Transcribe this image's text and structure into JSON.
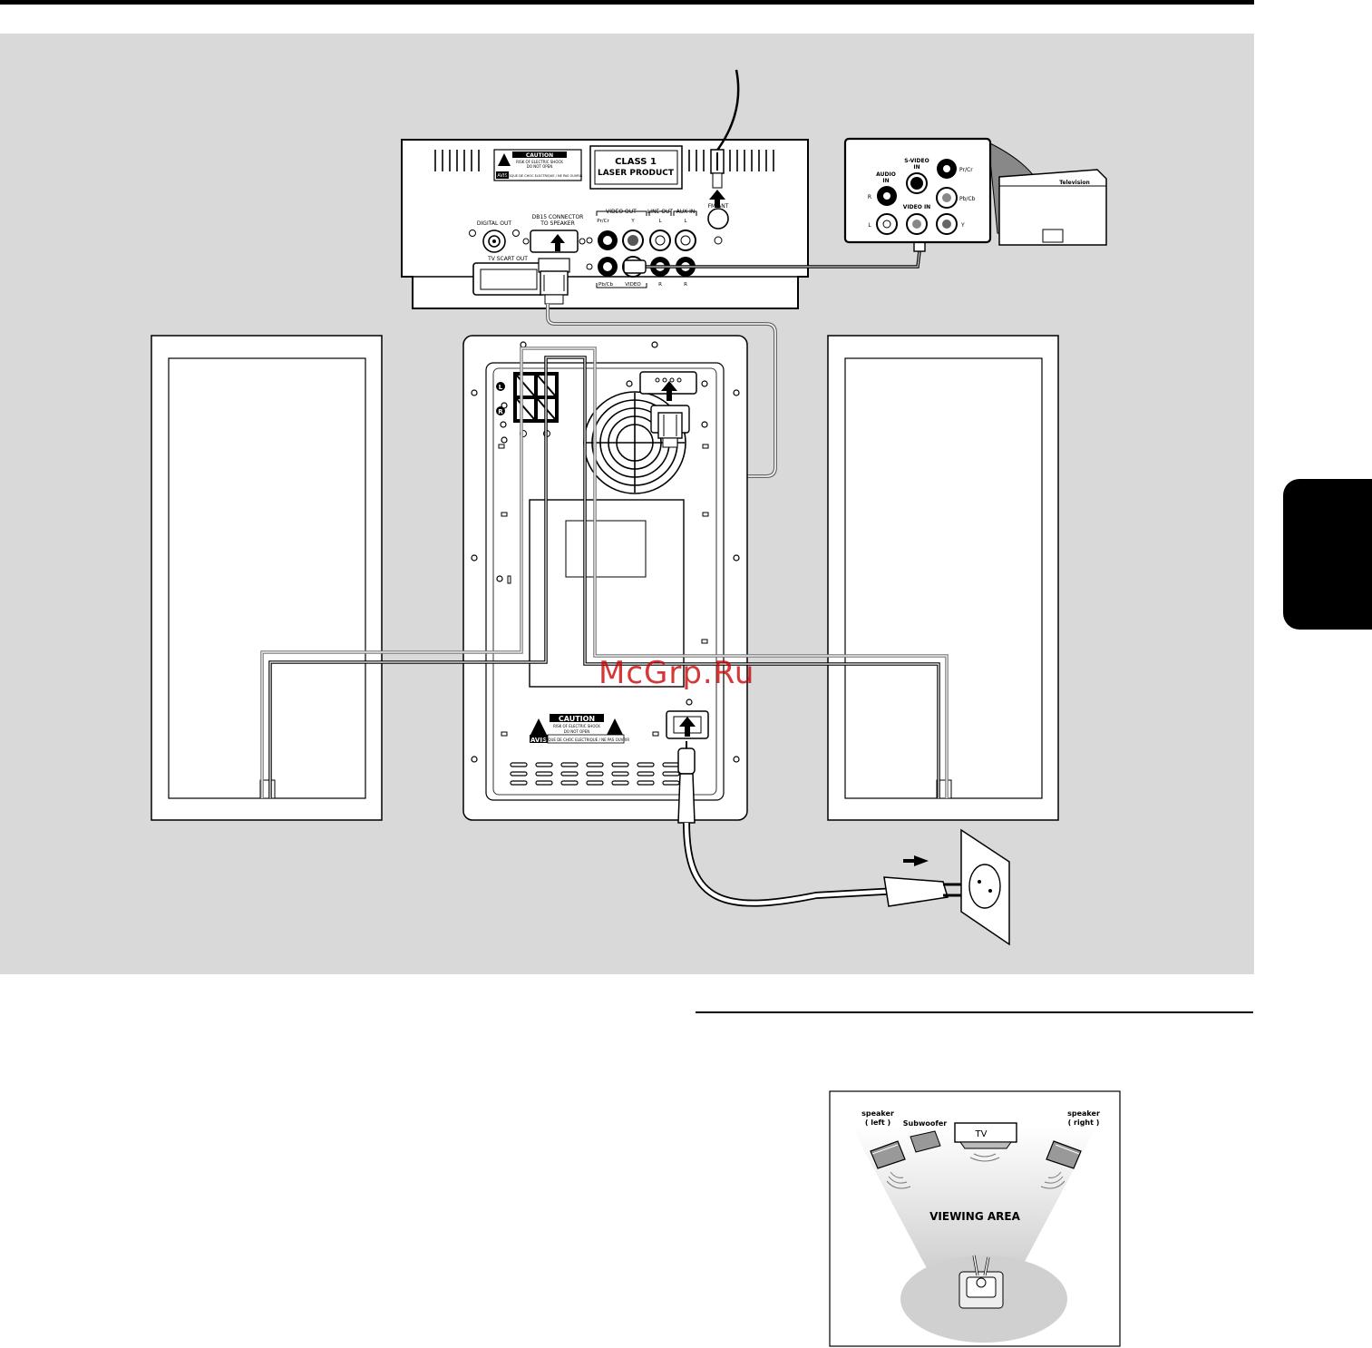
{
  "main_unit": {
    "caution_title": "CAUTION",
    "caution_line1": "RISK OF ELECTRIC SHOCK",
    "caution_line2": "DO NOT OPEN",
    "avis": "AVIS",
    "avis_text": "RISQUE DE CHOC ELECTRIQUE / NE PAS OUVRIR",
    "laser_line1": "CLASS 1",
    "laser_line2": "LASER PRODUCT",
    "digital_out": "DIGITAL OUT",
    "db15_line1": "DB15 CONNECTOR",
    "db15_line2": "TO SPEAKER",
    "tv_scart_out": "TV SCART OUT",
    "video_out": "VIDEO OUT",
    "pr_cr": "Pr/Cr",
    "y": "Y",
    "pb_cb": "Pb/Cb",
    "video": "VIDEO",
    "line_out": "LINE OUT",
    "aux_in": "AUX IN",
    "l": "L",
    "r": "R",
    "fm_ant": "FM ANT"
  },
  "tv_panel": {
    "audio_in_1": "AUDIO",
    "audio_in_2": "IN",
    "s_video_1": "S-VIDEO",
    "s_video_2": "IN",
    "video_in": "VIDEO IN",
    "r": "R",
    "l": "L",
    "pr_cr": "Pr/Cr",
    "pb_cb": "Pb/Cb",
    "y": "Y",
    "television": "Television"
  },
  "subwoofer": {
    "caution_title": "CAUTION",
    "caution_line1": "RISK OF ELECTRIC SHOCK",
    "caution_line2": "DO NOT OPEN",
    "avis": "AVIS",
    "avis_text": "RISQUE DE CHOC ELECTRIQUE / NE PAS OUVRIR",
    "l_mark": "L",
    "r_mark": "R"
  },
  "watermark": "McGrp.Ru",
  "viewing": {
    "speaker_left_1": "speaker",
    "speaker_left_2": "( left )",
    "subwoofer": "Subwoofer",
    "tv": "TV",
    "speaker_right_1": "speaker",
    "speaker_right_2": "( right )",
    "viewing_area": "VIEWING AREA"
  },
  "colors": {
    "panel_bg": "#d9d9d9",
    "ink": "#000000",
    "cable_grey": "#666666",
    "watermark": "#c80000",
    "side_tab": "#000000"
  }
}
